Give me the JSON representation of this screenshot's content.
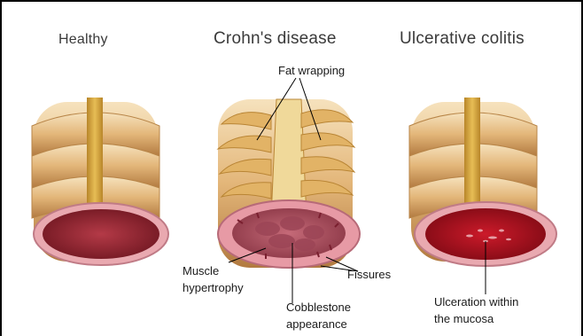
{
  "headings": {
    "healthy": "Healthy",
    "crohns": "Crohn's disease",
    "uc": "Ulcerative colitis"
  },
  "labels": {
    "fat_wrapping": "Fat wrapping",
    "muscle_line1": "Muscle",
    "muscle_line2": "hypertrophy",
    "fissures": "Fissures",
    "cobble_line1": "Cobblestone",
    "cobble_line2": "appearance",
    "ulcer_line1": "Ulceration within",
    "ulcer_line2": "the mucosa"
  },
  "colors": {
    "tan_light": "#f1d6a8",
    "tan_mid": "#d9a868",
    "tan_dark": "#a8743c",
    "band_gold": "#d7a63a",
    "lumen_healthy": "#8f1f2c",
    "lumen_uc": "#b01020",
    "pink": "#d77a8a",
    "frame": "#000000"
  }
}
